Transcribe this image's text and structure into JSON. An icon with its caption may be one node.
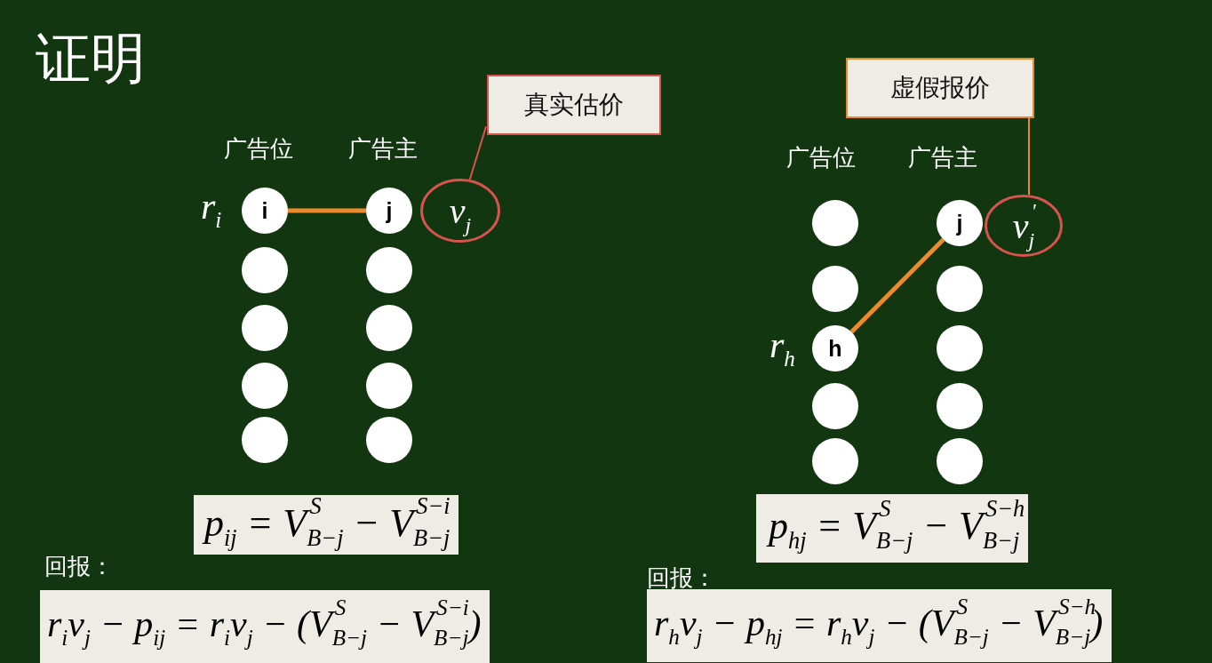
{
  "diagram": {
    "title": "证明",
    "nodes": [
      {
        "text": [
          "i"
        ]
      },
      {
        "text": [],
        "shape": "circle"
      },
      {
        "text": [],
        "shape": "circle"
      },
      {
        "text": [],
        "shape": "circle"
      },
      {
        "text": [],
        "shape": "circle"
      },
      {
        "text": [
          "j"
        ]
      },
      {
        "text": [],
        "shape": "circle"
      },
      {
        "text": [],
        "shape": "circle"
      },
      {
        "text": [],
        "shape": "circle"
      },
      {
        "text": [],
        "shape": "circle"
      },
      {
        "text": [
          "v$_{j}$"
        ]
      },
      {
        "text": [
          "真实估价"
        ]
      },
      {
        "text": [],
        "shape": "circle"
      },
      {
        "text": [],
        "shape": "circle"
      },
      {
        "text": [
          "h"
        ]
      },
      {
        "text": [],
        "shape": "circle"
      },
      {
        "text": [],
        "shape": "circle"
      },
      {
        "text": [
          "j"
        ]
      },
      {
        "text": [],
        "shape": "circle"
      },
      {
        "text": [],
        "shape": "circle"
      },
      {
        "text": [],
        "shape": "circle"
      },
      {
        "text": [],
        "shape": "circle"
      },
      {
        "text": [
          "v$^{'}$$_{j}$"
        ]
      },
      {
        "text": [
          "虚假报价"
        ]
      },
      {
        "text": [
          "p$_{ij}$ = V$^{S}$$_{B−j}$ − V$^{S−i}$$_{B−j}$"
        ]
      },
      {
        "text": [
          "r$_{i}$v$_{j}$ − p$_{ij}$ = r$_{i}$v$_{j}$ − (V$^{S}$$_{B−j}$ − V$^{S−i}$$_{B−j}$)"
        ]
      },
      {
        "text": [
          "p$_{hj}$ = V$^{S}$$_{B−j}$ − V$^{S−h}$$_{B−j}$"
        ]
      },
      {
        "text": [
          "r$_{h}$v$_{j}$ − p$_{hj}$ = r$_{h}$v$_{j}$ − (V$^{S}$$_{B−j}$ − V$^{S−h}$$_{B−j}$)"
        ]
      }
    ],
    "edges": [
      {
        "from": 0,
        "to": 5,
        "arrow": "none",
        "style": "thick"
      },
      {
        "from": 14,
        "to": 17,
        "arrow": "none",
        "style": "thick"
      },
      {
        "from": 11,
        "to": 10,
        "arrow": "none",
        "color": "#d9534f"
      },
      {
        "from": 23,
        "to": 22,
        "arrow": "none"
      }
    ],
    "labels": [
      "广告位",
      "广告主",
      "r$_{i}$",
      "广告位",
      "广告主",
      "r$_{h}$",
      "回报：",
      "回报："
    ]
  }
}
